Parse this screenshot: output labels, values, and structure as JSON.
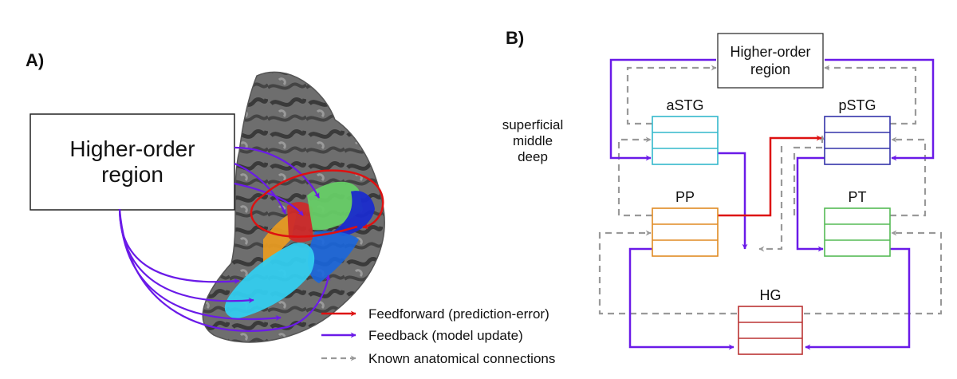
{
  "panel_a": {
    "label": "A)",
    "higher_order_line1": "Higher-order",
    "higher_order_line2": "region"
  },
  "panel_b": {
    "label": "B)",
    "higher_order_line1": "Higher-order",
    "higher_order_line2": "region",
    "layer_labels": [
      "superficial",
      "middle",
      "deep"
    ],
    "regions": {
      "astg": {
        "label": "aSTG",
        "color": "#33b8cc"
      },
      "pstg": {
        "label": "pSTG",
        "color": "#3333aa"
      },
      "pp": {
        "label": "PP",
        "color": "#e08a22"
      },
      "pt": {
        "label": "PT",
        "color": "#55bb55"
      },
      "hg": {
        "label": "HG",
        "color": "#bb3333"
      }
    }
  },
  "legend": {
    "feedforward": "Feedforward (prediction-error)",
    "feedback": "Feedback (model update)",
    "anatomical": "Known anatomical connections"
  },
  "colors": {
    "feedforward": "#dd1111",
    "feedback": "#6a1ae8",
    "anatomical": "#999999"
  }
}
